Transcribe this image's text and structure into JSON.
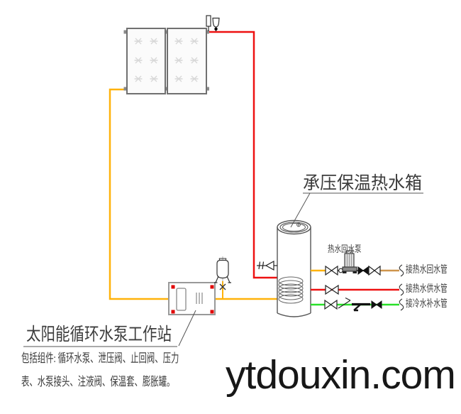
{
  "labels": {
    "tank_title": "承压保温热水箱",
    "station_title": "太阳能循环水泵工作站",
    "station_components": [
      "包括组件: 循环水泵、泄压阀、止回阀、压力",
      "表、水泵接头、注液阀、保温套、膨胀罐。"
    ],
    "pump_label": "热水回水泵",
    "pipes": [
      {
        "name": "hot-water-return",
        "label": "接热水回水管",
        "color": "#cf954d"
      },
      {
        "name": "hot-water-supply",
        "label": "接热水供水管",
        "color": "#ee1111"
      },
      {
        "name": "cold-water-makeup",
        "label": "接冷水补水管",
        "color": "#29e029"
      }
    ]
  },
  "colors": {
    "collector_hot_pipe": "#ee1111",
    "collector_cold_pipe": "#ffb20a",
    "panel_border": "#707070",
    "outline_gray": "#555555",
    "corner_marker_red": "#e00000"
  },
  "watermark": "ytdouxin.com"
}
